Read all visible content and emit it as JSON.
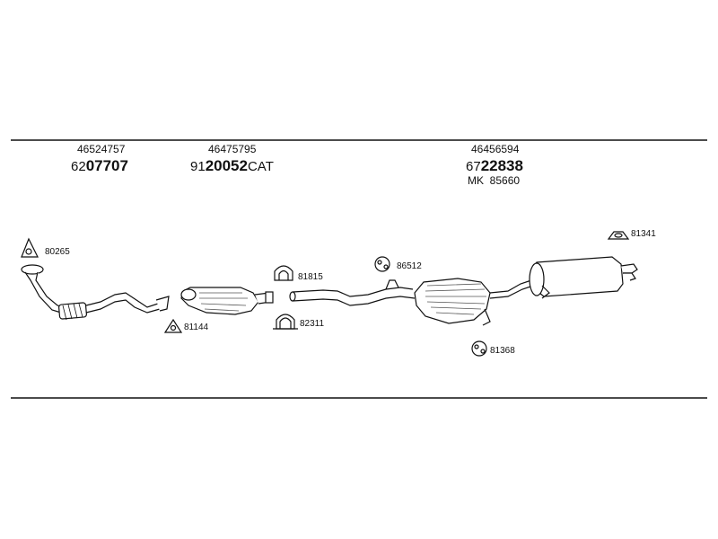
{
  "colors": {
    "line": "#111111",
    "part_fill": "#ffffff",
    "hatch": "#555555"
  },
  "groups": {
    "front": {
      "oem": "46524757",
      "code_prefix": "62",
      "code_bold": "07707",
      "code_suffix": ""
    },
    "cat": {
      "oem": "46475795",
      "code_prefix": "91",
      "code_bold": "20052",
      "code_suffix": "CAT"
    },
    "rear": {
      "oem": "46456594",
      "code_prefix": "67",
      "code_bold": "22838",
      "code_suffix": "",
      "kit": "MK  85660"
    }
  },
  "parts": {
    "p80265": "80265",
    "p81144": "81144",
    "p81815": "81815",
    "p82311": "82311",
    "p86512": "86512",
    "p81368": "81368",
    "p81341": "81341"
  },
  "icons": {
    "gasket": "gasket-icon",
    "clamp": "clamp-icon",
    "hanger": "rubber-hanger-icon",
    "mount": "mounting-bracket-icon"
  }
}
